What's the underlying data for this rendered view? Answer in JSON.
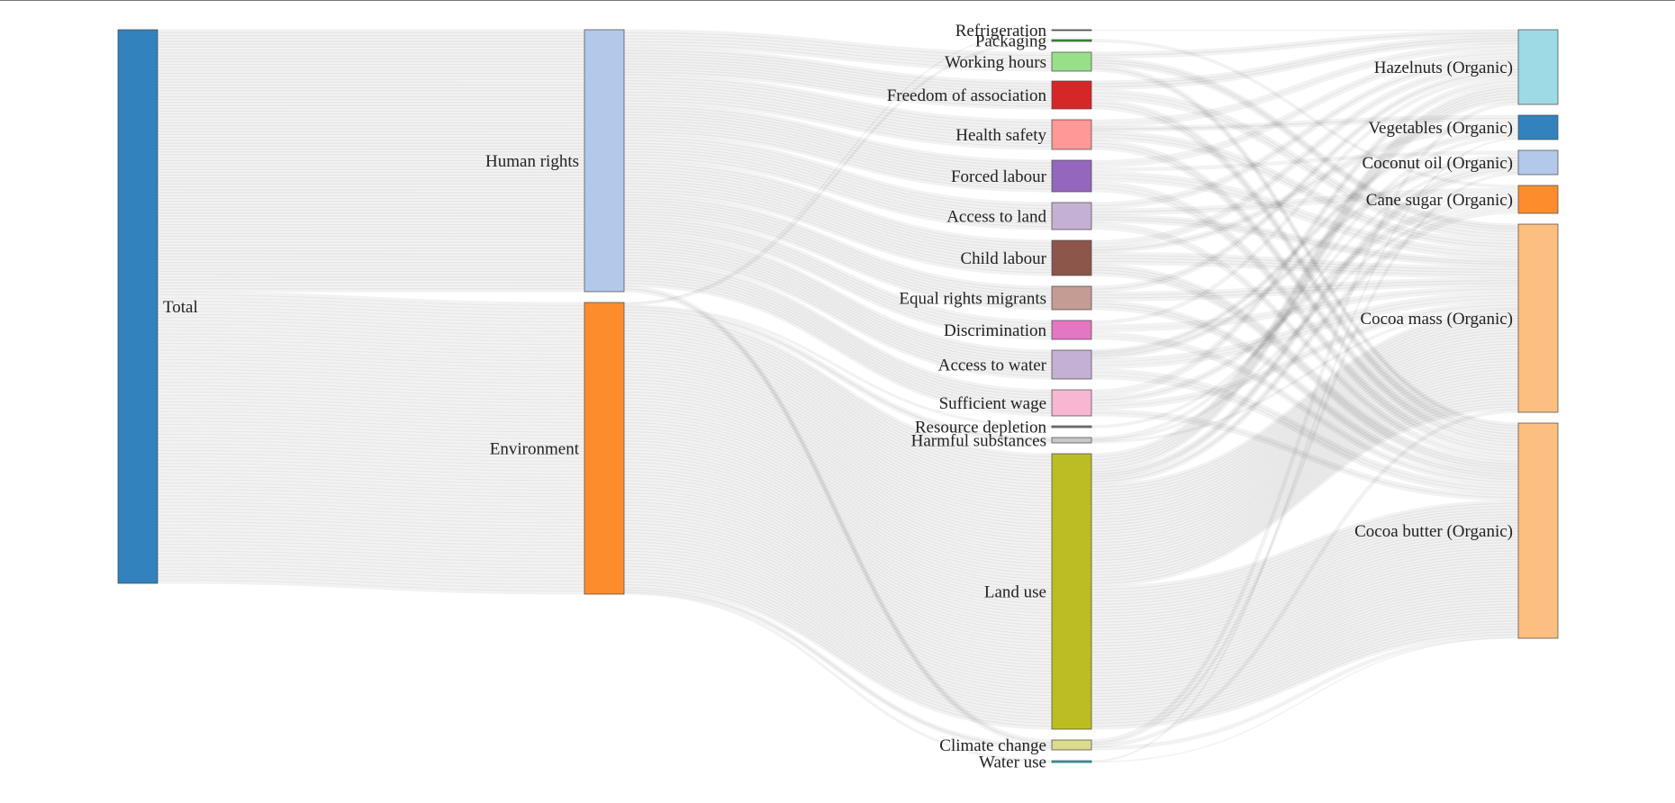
{
  "diagram": {
    "type": "sankey",
    "link_color": "#000000",
    "nodes": [
      {
        "id": "total",
        "label": "Total",
        "color": "#3182bd"
      },
      {
        "id": "human_rights",
        "label": "Human rights",
        "color": "#b3c9ea"
      },
      {
        "id": "environment",
        "label": "Environment",
        "color": "#fd8d2c"
      },
      {
        "id": "refrigeration",
        "label": "Refrigeration",
        "color": "#8c564b"
      },
      {
        "id": "packaging",
        "label": "Packaging",
        "color": "#2ca02c"
      },
      {
        "id": "working_hours",
        "label": "Working hours",
        "color": "#98df8a"
      },
      {
        "id": "freedom_of_association",
        "label": "Freedom of association",
        "color": "#d62728"
      },
      {
        "id": "health_safety",
        "label": "Health safety",
        "color": "#ff9896"
      },
      {
        "id": "forced_labour",
        "label": "Forced labour",
        "color": "#9467bd"
      },
      {
        "id": "access_to_land",
        "label": "Access to land",
        "color": "#c5b0d5"
      },
      {
        "id": "child_labour",
        "label": "Child labour",
        "color": "#8c564b"
      },
      {
        "id": "equal_rights_migrants",
        "label": "Equal rights migrants",
        "color": "#c49c94"
      },
      {
        "id": "discrimination",
        "label": "Discrimination",
        "color": "#e377c2"
      },
      {
        "id": "access_to_water",
        "label": "Access to water",
        "color": "#c5b0d5"
      },
      {
        "id": "sufficient_wage",
        "label": "Sufficient wage",
        "color": "#f7b6d2"
      },
      {
        "id": "resource_depletion",
        "label": "Resource depletion",
        "color": "#7f7f7f"
      },
      {
        "id": "harmful_substances",
        "label": "Harmful substances",
        "color": "#c7c7c7"
      },
      {
        "id": "land_use",
        "label": "Land use",
        "color": "#bcbd22"
      },
      {
        "id": "climate_change",
        "label": "Climate change",
        "color": "#dbdb8d"
      },
      {
        "id": "water_use",
        "label": "Water use",
        "color": "#17becf"
      },
      {
        "id": "hazelnuts",
        "label": "Hazelnuts (Organic)",
        "color": "#9edae5"
      },
      {
        "id": "vegetables",
        "label": "Vegetables (Organic)",
        "color": "#3182bd"
      },
      {
        "id": "coconut_oil",
        "label": "Coconut oil (Organic)",
        "color": "#b3c9ea"
      },
      {
        "id": "cane_sugar",
        "label": "Cane sugar (Organic)",
        "color": "#fd8d2c"
      },
      {
        "id": "cocoa_mass",
        "label": "Cocoa mass (Organic)",
        "color": "#fdbf81"
      },
      {
        "id": "cocoa_butter",
        "label": "Cocoa butter (Organic)",
        "color": "#fdbf81"
      }
    ],
    "links": [
      {
        "source": "total",
        "target": "human_rights",
        "value": 290
      },
      {
        "source": "total",
        "target": "environment",
        "value": 323
      },
      {
        "source": "human_rights",
        "target": "working_hours",
        "value": 20
      },
      {
        "source": "human_rights",
        "target": "freedom_of_association",
        "value": 30
      },
      {
        "source": "human_rights",
        "target": "health_safety",
        "value": 32
      },
      {
        "source": "human_rights",
        "target": "forced_labour",
        "value": 34
      },
      {
        "source": "human_rights",
        "target": "access_to_land",
        "value": 29
      },
      {
        "source": "human_rights",
        "target": "child_labour",
        "value": 38
      },
      {
        "source": "human_rights",
        "target": "equal_rights_migrants",
        "value": 24
      },
      {
        "source": "human_rights",
        "target": "discrimination",
        "value": 18
      },
      {
        "source": "human_rights",
        "target": "access_to_water",
        "value": 31
      },
      {
        "source": "human_rights",
        "target": "sufficient_wage",
        "value": 28
      },
      {
        "source": "human_rights",
        "target": "climate_change",
        "value": 6
      },
      {
        "source": "environment",
        "target": "refrigeration",
        "value": 1
      },
      {
        "source": "environment",
        "target": "packaging",
        "value": 2
      },
      {
        "source": "environment",
        "target": "resource_depletion",
        "value": 2
      },
      {
        "source": "environment",
        "target": "harmful_substances",
        "value": 6
      },
      {
        "source": "environment",
        "target": "land_use",
        "value": 305
      },
      {
        "source": "environment",
        "target": "climate_change",
        "value": 5
      },
      {
        "source": "environment",
        "target": "water_use",
        "value": 2
      },
      {
        "source": "refrigeration",
        "target": "hazelnuts",
        "value": 1
      },
      {
        "source": "packaging",
        "target": "cane_sugar",
        "value": 2
      },
      {
        "source": "working_hours",
        "target": "hazelnuts",
        "value": 6
      },
      {
        "source": "working_hours",
        "target": "cocoa_mass",
        "value": 8
      },
      {
        "source": "working_hours",
        "target": "cocoa_butter",
        "value": 6
      },
      {
        "source": "freedom_of_association",
        "target": "hazelnuts",
        "value": 9
      },
      {
        "source": "freedom_of_association",
        "target": "cocoa_mass",
        "value": 11
      },
      {
        "source": "freedom_of_association",
        "target": "cocoa_butter",
        "value": 10
      },
      {
        "source": "health_safety",
        "target": "hazelnuts",
        "value": 8
      },
      {
        "source": "health_safety",
        "target": "vegetables",
        "value": 4
      },
      {
        "source": "health_safety",
        "target": "cocoa_mass",
        "value": 10
      },
      {
        "source": "health_safety",
        "target": "cocoa_butter",
        "value": 10
      },
      {
        "source": "forced_labour",
        "target": "hazelnuts",
        "value": 8
      },
      {
        "source": "forced_labour",
        "target": "coconut_oil",
        "value": 4
      },
      {
        "source": "forced_labour",
        "target": "cocoa_mass",
        "value": 11
      },
      {
        "source": "forced_labour",
        "target": "cocoa_butter",
        "value": 11
      },
      {
        "source": "access_to_land",
        "target": "hazelnuts",
        "value": 7
      },
      {
        "source": "access_to_land",
        "target": "cane_sugar",
        "value": 6
      },
      {
        "source": "access_to_land",
        "target": "cocoa_mass",
        "value": 8
      },
      {
        "source": "access_to_land",
        "target": "cocoa_butter",
        "value": 8
      },
      {
        "source": "child_labour",
        "target": "hazelnuts",
        "value": 8
      },
      {
        "source": "child_labour",
        "target": "vegetables",
        "value": 5
      },
      {
        "source": "child_labour",
        "target": "cocoa_mass",
        "value": 13
      },
      {
        "source": "child_labour",
        "target": "cocoa_butter",
        "value": 12
      },
      {
        "source": "equal_rights_migrants",
        "target": "hazelnuts",
        "value": 6
      },
      {
        "source": "equal_rights_migrants",
        "target": "cocoa_mass",
        "value": 9
      },
      {
        "source": "equal_rights_migrants",
        "target": "cocoa_butter",
        "value": 9
      },
      {
        "source": "discrimination",
        "target": "hazelnuts",
        "value": 4
      },
      {
        "source": "discrimination",
        "target": "cocoa_mass",
        "value": 7
      },
      {
        "source": "discrimination",
        "target": "cocoa_butter",
        "value": 7
      },
      {
        "source": "access_to_water",
        "target": "coconut_oil",
        "value": 5
      },
      {
        "source": "access_to_water",
        "target": "vegetables",
        "value": 4
      },
      {
        "source": "access_to_water",
        "target": "cocoa_mass",
        "value": 11
      },
      {
        "source": "access_to_water",
        "target": "cocoa_butter",
        "value": 11
      },
      {
        "source": "sufficient_wage",
        "target": "hazelnuts",
        "value": 8
      },
      {
        "source": "sufficient_wage",
        "target": "cane_sugar",
        "value": 6
      },
      {
        "source": "sufficient_wage",
        "target": "cocoa_mass",
        "value": 7
      },
      {
        "source": "sufficient_wage",
        "target": "cocoa_butter",
        "value": 7
      },
      {
        "source": "resource_depletion",
        "target": "coconut_oil",
        "value": 2
      },
      {
        "source": "harmful_substances",
        "target": "vegetables",
        "value": 2
      },
      {
        "source": "harmful_substances",
        "target": "cane_sugar",
        "value": 2
      },
      {
        "source": "harmful_substances",
        "target": "cocoa_mass",
        "value": 2
      },
      {
        "source": "land_use",
        "target": "hazelnuts",
        "value": 20
      },
      {
        "source": "land_use",
        "target": "coconut_oil",
        "value": 8
      },
      {
        "source": "land_use",
        "target": "cane_sugar",
        "value": 6
      },
      {
        "source": "land_use",
        "target": "cocoa_mass",
        "value": 113
      },
      {
        "source": "land_use",
        "target": "cocoa_butter",
        "value": 158
      },
      {
        "source": "climate_change",
        "target": "hazelnuts",
        "value": 3
      },
      {
        "source": "climate_change",
        "target": "coconut_oil",
        "value": 2
      },
      {
        "source": "climate_change",
        "target": "cocoa_mass",
        "value": 3
      },
      {
        "source": "climate_change",
        "target": "cocoa_butter",
        "value": 3
      },
      {
        "source": "water_use",
        "target": "vegetables",
        "value": 1
      },
      {
        "source": "water_use",
        "target": "cocoa_butter",
        "value": 1
      }
    ]
  }
}
